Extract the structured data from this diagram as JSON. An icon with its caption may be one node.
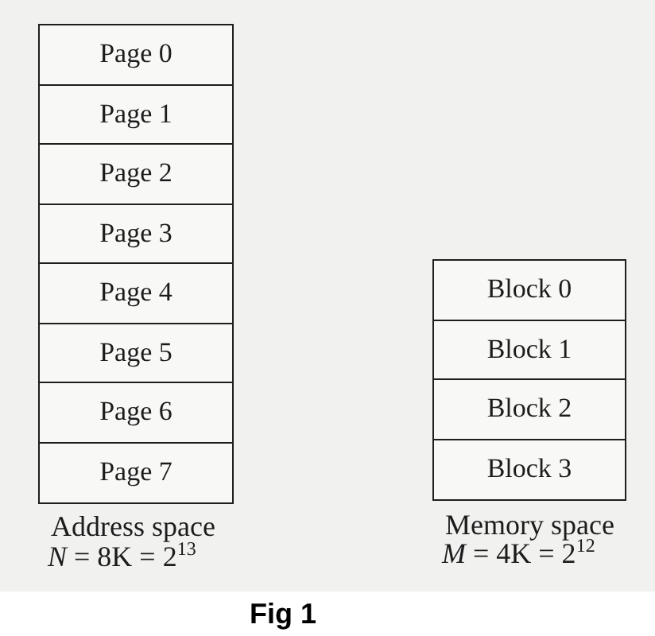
{
  "diagram": {
    "caption": "Fig 1",
    "nodes": [
      {
        "text": [
          "Page 0"
        ]
      },
      {
        "text": [
          "Page 1"
        ]
      },
      {
        "text": [
          "Page 2"
        ]
      },
      {
        "text": [
          "Page 3"
        ]
      },
      {
        "text": [
          "Page 4"
        ]
      },
      {
        "text": [
          "Page 5"
        ]
      },
      {
        "text": [
          "Page 6"
        ]
      },
      {
        "text": [
          "Page 7"
        ]
      },
      {
        "text": [
          "Block 0"
        ]
      },
      {
        "text": [
          "Block 1"
        ]
      },
      {
        "text": [
          "Block 2"
        ]
      },
      {
        "text": [
          "Block 3"
        ]
      }
    ],
    "labels": [
      "Address space",
      "*N* = 8K = 2$^{13}$",
      "Memory space",
      "*M* = 4K = 2$^{12}$"
    ]
  }
}
